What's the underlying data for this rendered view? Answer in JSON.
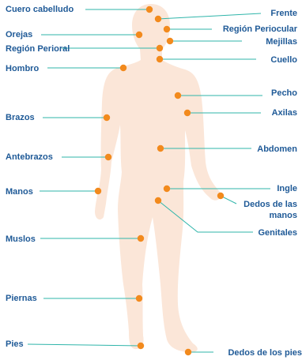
{
  "colors": {
    "label": "#1f5a97",
    "line": "#2fb5aa",
    "dot": "#f28a1d",
    "body": "#fbe6d8"
  },
  "body_icon": "human-silhouette",
  "labels": [
    {
      "id": "cuero-cabelludo",
      "text": "Cuero cabelludo",
      "side": "left"
    },
    {
      "id": "frente",
      "text": "Frente",
      "side": "right"
    },
    {
      "id": "region-periocular",
      "text": "Región Periocular",
      "side": "right"
    },
    {
      "id": "orejas",
      "text": "Orejas",
      "side": "left"
    },
    {
      "id": "mejillas",
      "text": "Mejillas",
      "side": "right"
    },
    {
      "id": "region-perioral",
      "text": "Región Perioral",
      "side": "left"
    },
    {
      "id": "cuello",
      "text": "Cuello",
      "side": "right"
    },
    {
      "id": "hombro",
      "text": "Hombro",
      "side": "left"
    },
    {
      "id": "pecho",
      "text": "Pecho",
      "side": "right"
    },
    {
      "id": "axilas",
      "text": "Axilas",
      "side": "right"
    },
    {
      "id": "brazos",
      "text": "Brazos",
      "side": "left"
    },
    {
      "id": "abdomen",
      "text": "Abdomen",
      "side": "right"
    },
    {
      "id": "antebrazos",
      "text": "Antebrazos",
      "side": "left"
    },
    {
      "id": "ingle",
      "text": "Ingle",
      "side": "right"
    },
    {
      "id": "manos",
      "text": "Manos",
      "side": "left"
    },
    {
      "id": "dedos-de-las-manos",
      "text": "Dedos de las manos",
      "side": "right"
    },
    {
      "id": "genitales",
      "text": "Genitales",
      "side": "right"
    },
    {
      "id": "muslos",
      "text": "Muslos",
      "side": "left"
    },
    {
      "id": "piernas",
      "text": "Piernas",
      "side": "left"
    },
    {
      "id": "pies",
      "text": "Pies",
      "side": "left"
    },
    {
      "id": "dedos-de-los-pies",
      "text": "Dedos de los pies",
      "side": "right"
    }
  ]
}
